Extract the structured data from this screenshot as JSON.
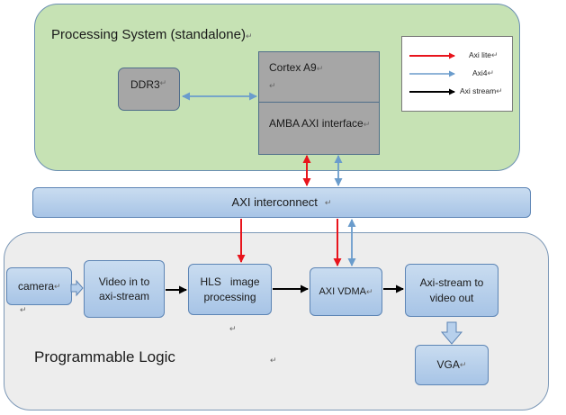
{
  "processing_system": {
    "title": "Processing System (standalone)",
    "ddr3": "DDR3",
    "cortex": "Cortex A9",
    "amba": "AMBA AXI interface"
  },
  "interconnect": {
    "label": "AXI interconnect"
  },
  "programmable_logic": {
    "title": "Programmable Logic",
    "camera": "camera",
    "video_in": "Video in to axi-stream",
    "hls": "HLS   image processing",
    "vdma": "AXI VDMA",
    "stream_out": "Axi-stream to video out",
    "vga": "VGA"
  },
  "legend": {
    "items": [
      {
        "label": "Axi lite",
        "color": "#e8141c"
      },
      {
        "label": "Axi4",
        "color": "#6a9ccc"
      },
      {
        "label": "Axi stream",
        "color": "#000000"
      }
    ]
  },
  "colors": {
    "axi_lite": "#e8141c",
    "axi4": "#6a9ccc",
    "axi_stream": "#000000",
    "box_fill": "#b7d0ec",
    "ps_fill": "#c6e2b4",
    "pl_fill": "#ededed"
  },
  "paragraph_mark": "↵"
}
